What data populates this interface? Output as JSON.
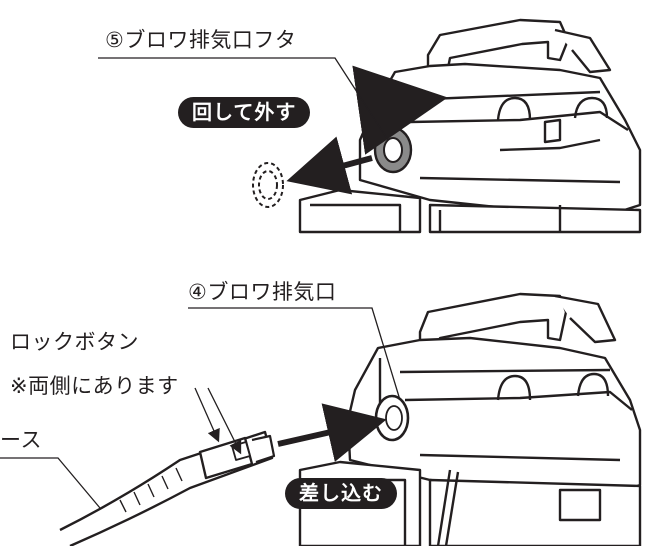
{
  "labels": {
    "blower_exhaust_cap": "⑤ブロワ排気口フタ",
    "blower_exhaust_port": "④ブロワ排気口",
    "lock_button": "ロックボタン",
    "both_sides_note": "※両側にあります",
    "hose_fragment": "ース"
  },
  "badges": {
    "turn_remove": "回して外す",
    "insert": "差し込む"
  },
  "colors": {
    "ink": "#231f20",
    "paper": "#ffffff",
    "cap_gray": "#8a8a8a"
  }
}
